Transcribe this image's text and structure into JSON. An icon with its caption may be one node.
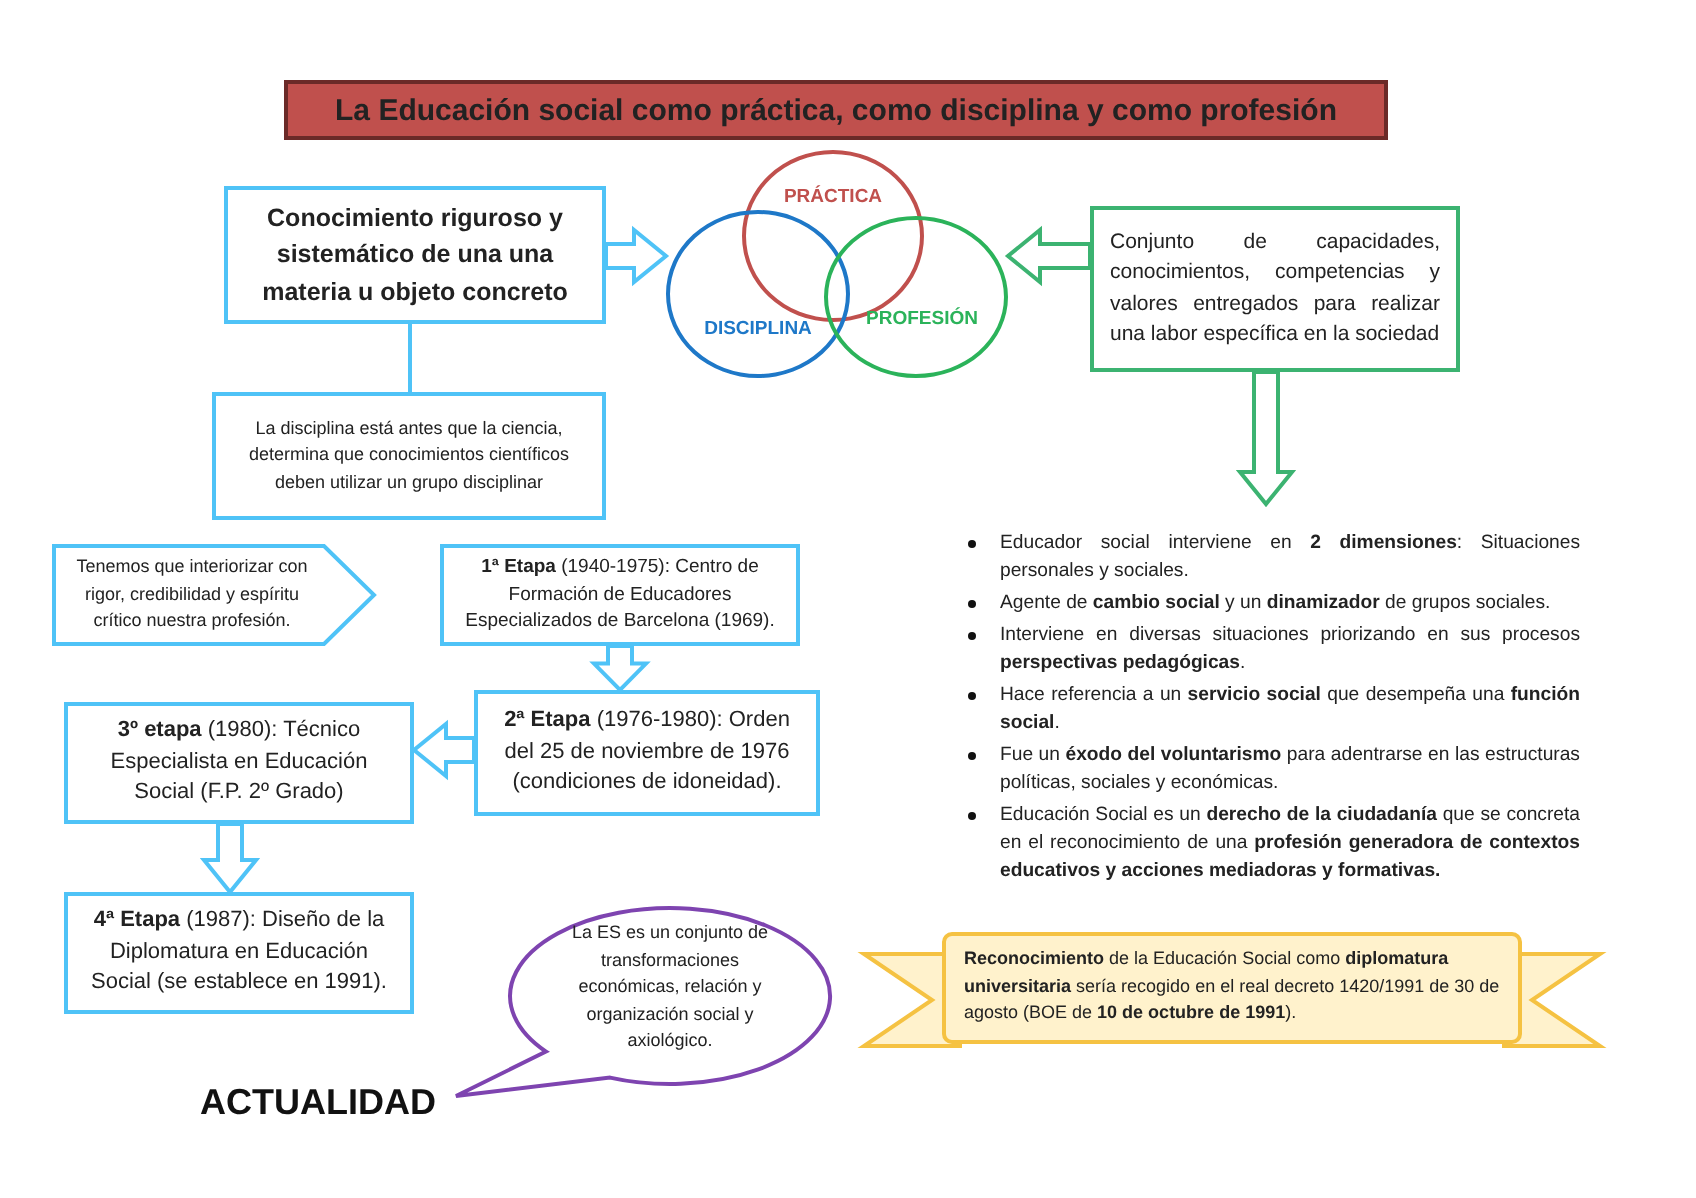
{
  "diagram": {
    "title": "La Educación social como práctica, como disciplina y como profesión",
    "nodes": [
      {
        "text": [
          "Conocimiento riguroso y sistemático de una una materia u objeto concreto"
        ]
      },
      {
        "text": [
          "PRÁCTICA"
        ]
      },
      {
        "text": [
          "DISCIPLINA"
        ]
      },
      {
        "text": [
          "PROFESIÓN"
        ]
      },
      {
        "text": [
          "Conjunto de capacidades, conocimientos, competencias y valores entregados para realizar una labor específica en la sociedad"
        ]
      },
      {
        "text": [
          "La disciplina está antes que la ciencia, determina que conocimientos científicos deben utilizar un grupo disciplinar"
        ]
      },
      {
        "text": [
          "Tenemos que interiorizar con rigor, credibilidad y espíritu crítico nuestra profesión."
        ]
      },
      {
        "text": [
          "**1ª Etapa** (1940-1975): Centro de Formación de Educadores Especializados de Barcelona (1969)."
        ]
      },
      {
        "text": [
          "**2ª Etapa** (1976-1980): Orden del 25 de noviembre de 1976 (condiciones de idoneidad)."
        ]
      },
      {
        "text": [
          "**3º etapa** (1980): Técnico Especialista en Educación Social (F.P. 2º Grado)"
        ]
      },
      {
        "text": [
          "**4ª Etapa** (1987): Diseño de la Diplomatura en Educación Social (se establece en 1991)."
        ]
      },
      {
        "text": [
          "Educador social interviene en **2 dimensiones**: Situaciones personales y sociales.",
          "Agente de **cambio social** y un **dinamizador** de grupos sociales.",
          "Interviene en diversas situaciones priorizando en sus procesos **perspectivas pedagógicas**.",
          "Hace referencia a un **servicio social** que desempeña una **función social**.",
          "Fue un **éxodo del voluntarismo** para adentrarse en las estructuras políticas, sociales y económicas.",
          "Educación Social es un **derecho de la ciudadanía** que se concreta en el reconocimiento de una **profesión generadora de contextos educativos y acciones mediadoras y formativas.**"
        ]
      },
      {
        "text": [
          "La ES es un conjunto de transformaciones económicas, relación y organización social y axiológico."
        ]
      },
      {
        "text": [
          "**Reconocimiento** de la Educación Social como **diplomatura universitaria** sería recogido en el real decreto 1420/1991 de 30 de agosto (BOE de **10 de octubre de 1991**)."
        ]
      }
    ],
    "edges": [
      {
        "from": 0,
        "to": 2,
        "arrow": "to"
      },
      {
        "from": 4,
        "to": 3,
        "arrow": "to",
        "color": "#3cb371"
      },
      {
        "from": 0,
        "to": 5,
        "arrow": "none"
      },
      {
        "from": 4,
        "to": 11,
        "arrow": "to",
        "color": "#3cb371"
      },
      {
        "from": 7,
        "to": 8,
        "arrow": "to"
      },
      {
        "from": 8,
        "to": 9,
        "arrow": "to"
      },
      {
        "from": 9,
        "to": 10,
        "arrow": "to"
      }
    ],
    "labels": [
      "ACTUALIDAD"
    ]
  }
}
